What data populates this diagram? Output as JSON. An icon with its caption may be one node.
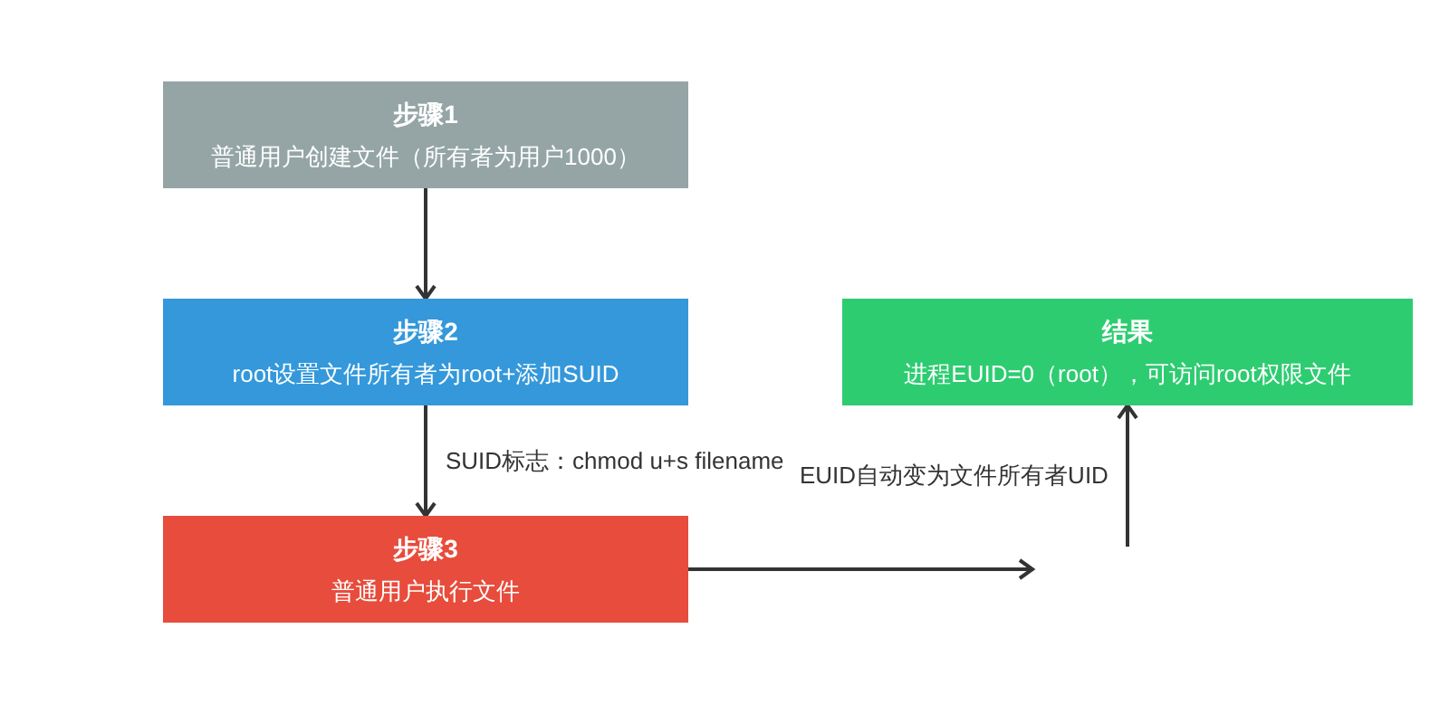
{
  "diagram": {
    "nodes": [
      {
        "text": [
          "步骤1",
          "普通用户创建文件（所有者为用户1000）"
        ]
      },
      {
        "text": [
          "步骤2",
          "root设置文件所有者为root+添加SUID"
        ]
      },
      {
        "text": [
          "步骤3",
          "普通用户执行文件"
        ]
      },
      {
        "text": [
          "结果",
          "进程EUID=0（root），可访问root权限文件"
        ]
      }
    ],
    "edges": [
      {
        "from": 0,
        "to": 1,
        "arrow": "to"
      },
      {
        "from": 1,
        "to": 2,
        "arrow": "to",
        "label": "SUID标志：chmod u+s filename"
      },
      {
        "from": 2,
        "to": null,
        "arrow": "to"
      },
      {
        "from": null,
        "to": 3,
        "arrow": "to",
        "label": "EUID自动变为文件所有者UID"
      }
    ]
  }
}
